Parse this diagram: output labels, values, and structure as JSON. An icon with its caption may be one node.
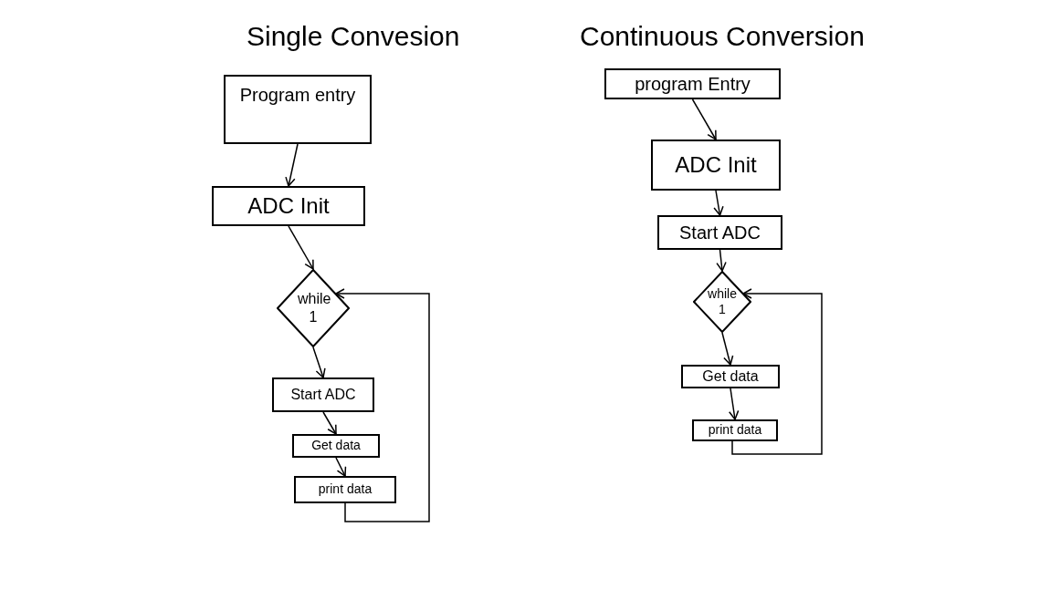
{
  "diagram": {
    "nodes": [
      {
        "text": [
          "Program entry"
        ]
      },
      {
        "text": [
          "ADC Init"
        ]
      },
      {
        "text": [
          "while 1"
        ]
      },
      {
        "text": [
          "Start ADC"
        ]
      },
      {
        "text": [
          "Get data"
        ]
      },
      {
        "text": [
          "print data"
        ]
      },
      {
        "text": [
          "program Entry"
        ]
      },
      {
        "text": [
          "ADC Init"
        ]
      },
      {
        "text": [
          "Start ADC"
        ]
      },
      {
        "text": [
          "while 1"
        ]
      },
      {
        "text": [
          "Get data"
        ]
      },
      {
        "text": [
          "print data"
        ]
      }
    ],
    "edges": [
      {
        "from": 0,
        "to": 1,
        "arrow": "to"
      },
      {
        "from": 1,
        "to": 2,
        "arrow": "to"
      },
      {
        "from": 2,
        "to": 3,
        "arrow": "to"
      },
      {
        "from": 3,
        "to": 4,
        "arrow": "to"
      },
      {
        "from": 4,
        "to": 5,
        "arrow": "to"
      },
      {
        "from": 5,
        "to": 2,
        "arrow": "to"
      },
      {
        "from": 6,
        "to": 7,
        "arrow": "to"
      },
      {
        "from": 7,
        "to": 8,
        "arrow": "to"
      },
      {
        "from": 8,
        "to": 9,
        "arrow": "to"
      },
      {
        "from": 9,
        "to": 10,
        "arrow": "to"
      },
      {
        "from": 10,
        "to": 11,
        "arrow": "to"
      },
      {
        "from": 11,
        "to": 9,
        "arrow": "to"
      }
    ],
    "labels": [
      "Single Convesion",
      "Continuous Conversion"
    ]
  }
}
